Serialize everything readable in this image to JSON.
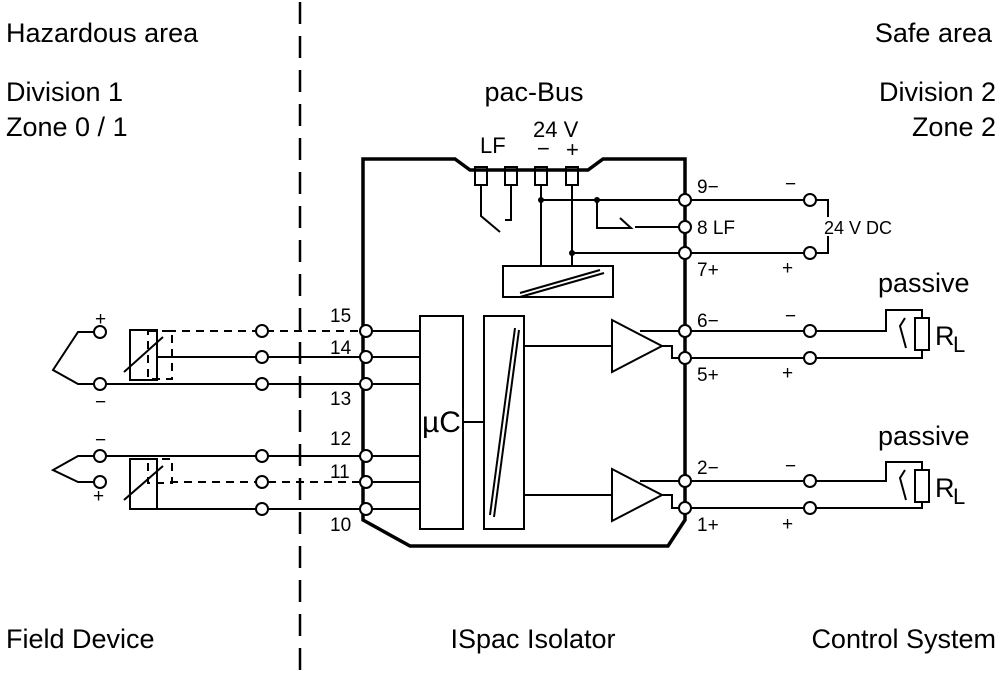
{
  "labels": {
    "hazardous_area": "Hazardous area",
    "hazardous_division": "Division 1",
    "hazardous_zone": "Zone 0 / 1",
    "safe_area": "Safe area",
    "safe_division": "Division 2",
    "safe_zone": "Zone 2",
    "bus": "pac-Bus",
    "field_device": "Field Device",
    "isolator": "ISpac Isolator",
    "control_system": "Control System"
  },
  "bus_pins": {
    "lf": "LF",
    "voltage": "24 V",
    "minus": "−",
    "plus": "+"
  },
  "isolator": {
    "microcontroller": "µC"
  },
  "terminals_left": [
    "15",
    "14",
    "13",
    "12",
    "11",
    "10"
  ],
  "terminals_right": [
    "9−",
    "8 LF",
    "7+",
    "6−",
    "5+",
    "2−",
    "1+"
  ],
  "field_polarity": {
    "top_plus": "+",
    "top_minus": "−",
    "bottom_minus": "−",
    "bottom_plus": "+"
  },
  "power": {
    "supply": "24 V DC",
    "minus": "−",
    "plus": "+"
  },
  "outputs": [
    {
      "mode": "passive",
      "load": "R",
      "load_sub": "L",
      "minus": "−",
      "plus": "+"
    },
    {
      "mode": "passive",
      "load": "R",
      "load_sub": "L",
      "minus": "−",
      "plus": "+"
    }
  ]
}
